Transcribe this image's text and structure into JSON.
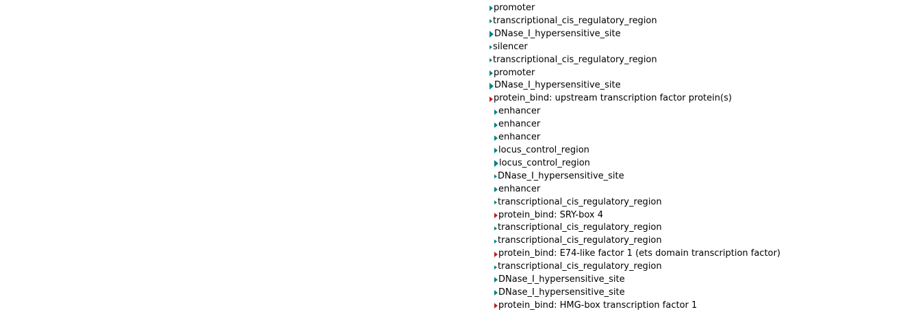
{
  "colors": {
    "background": "#ffffff",
    "text": "#000000",
    "marker_teal": "#008080",
    "marker_red": "#c01e22"
  },
  "feature_list": {
    "items": [
      {
        "label": "promoter",
        "marker": "teal",
        "size": "m",
        "indent": 0
      },
      {
        "label": "transcriptional_cis_regulatory_region",
        "marker": "teal",
        "size": "s",
        "indent": 0
      },
      {
        "label": "DNase_I_hypersensitive_site",
        "marker": "teal",
        "size": "l",
        "indent": 0
      },
      {
        "label": "silencer",
        "marker": "teal",
        "size": "s",
        "indent": 0
      },
      {
        "label": "transcriptional_cis_regulatory_region",
        "marker": "teal",
        "size": "s",
        "indent": 0
      },
      {
        "label": "promoter",
        "marker": "teal",
        "size": "m",
        "indent": 0
      },
      {
        "label": "DNase_I_hypersensitive_site",
        "marker": "teal",
        "size": "l",
        "indent": 0
      },
      {
        "label": "protein_bind: upstream transcription factor protein(s)",
        "marker": "red",
        "size": "m",
        "indent": 0
      },
      {
        "label": "enhancer",
        "marker": "teal",
        "size": "m",
        "indent": 1
      },
      {
        "label": "enhancer",
        "marker": "teal",
        "size": "m",
        "indent": 1
      },
      {
        "label": "enhancer",
        "marker": "teal",
        "size": "m",
        "indent": 1
      },
      {
        "label": "locus_control_region",
        "marker": "teal",
        "size": "m",
        "indent": 1
      },
      {
        "label": "locus_control_region",
        "marker": "teal",
        "size": "l",
        "indent": 1
      },
      {
        "label": "DNase_I_hypersensitive_site",
        "marker": "teal",
        "size": "s",
        "indent": 1
      },
      {
        "label": "enhancer",
        "marker": "teal",
        "size": "m",
        "indent": 1
      },
      {
        "label": "transcriptional_cis_regulatory_region",
        "marker": "teal",
        "size": "s",
        "indent": 1
      },
      {
        "label": "protein_bind: SRY-box 4",
        "marker": "red",
        "size": "m",
        "indent": 1
      },
      {
        "label": "transcriptional_cis_regulatory_region",
        "marker": "teal",
        "size": "s",
        "indent": 1
      },
      {
        "label": "transcriptional_cis_regulatory_region",
        "marker": "teal",
        "size": "s",
        "indent": 1
      },
      {
        "label": "protein_bind: E74-like factor 1 (ets domain transcription factor)",
        "marker": "red",
        "size": "m",
        "indent": 1
      },
      {
        "label": "transcriptional_cis_regulatory_region",
        "marker": "teal",
        "size": "s",
        "indent": 1
      },
      {
        "label": "DNase_I_hypersensitive_site",
        "marker": "teal",
        "size": "m",
        "indent": 1
      },
      {
        "label": "DNase_I_hypersensitive_site",
        "marker": "teal",
        "size": "m",
        "indent": 1
      },
      {
        "label": "protein_bind: HMG-box transcription factor 1",
        "marker": "red",
        "size": "m",
        "indent": 1
      }
    ]
  }
}
